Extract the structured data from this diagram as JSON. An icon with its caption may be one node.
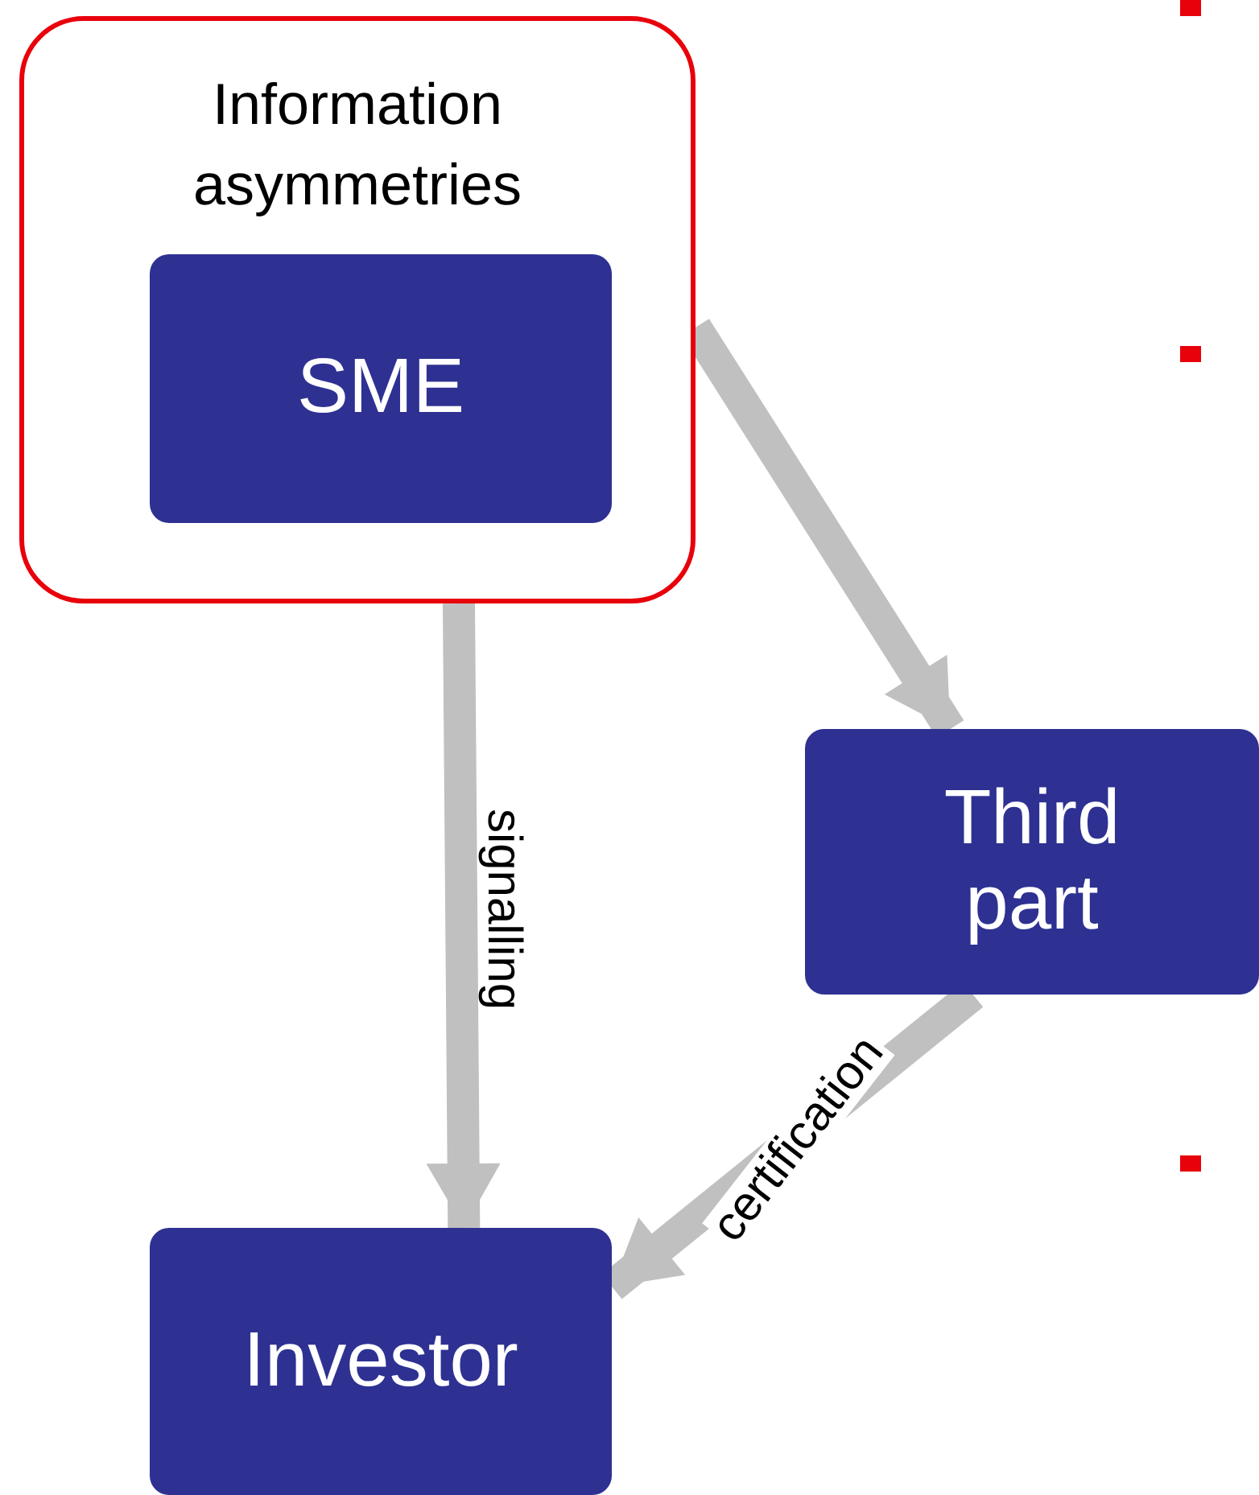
{
  "diagram": {
    "nodes": [
      {
        "text": [
          "Information asymmetries"
        ]
      },
      {
        "text": [
          "SME"
        ],
        "in": 0
      },
      {
        "text": [
          "Third part"
        ]
      },
      {
        "text": [
          "Investor"
        ]
      }
    ],
    "edges": [
      {
        "from": 0,
        "to": 2,
        "arrow": "to"
      },
      {
        "from": 0,
        "to": 3,
        "arrow": "to",
        "label": "signalling"
      },
      {
        "from": 2,
        "to": 3,
        "arrow": "to",
        "label": "certification"
      }
    ]
  }
}
